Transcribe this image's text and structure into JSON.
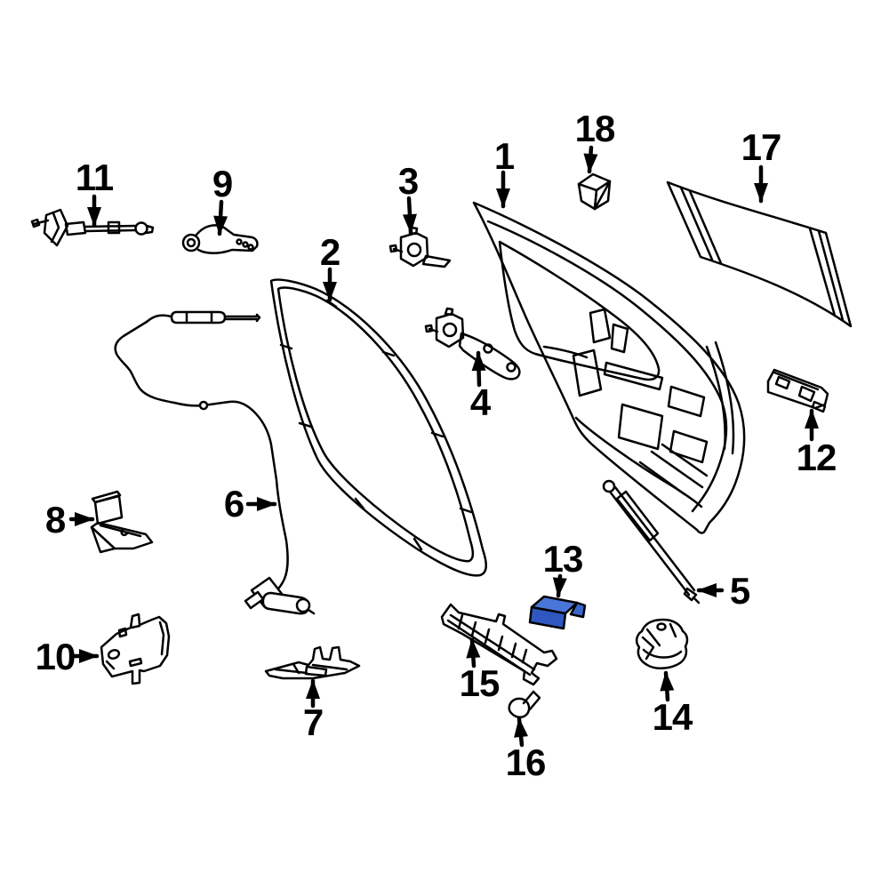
{
  "diagram": {
    "background_color": "#ffffff",
    "line_color": "#000000",
    "highlighted_part": {
      "number": "13",
      "fill_top": "#4b76d9",
      "fill_front": "#2e58c0",
      "fill_side": "#3a66cc"
    },
    "callouts": {
      "c1": "1",
      "c2": "2",
      "c3": "3",
      "c4": "4",
      "c5": "5",
      "c6": "6",
      "c7": "7",
      "c8": "8",
      "c9": "9",
      "c10": "10",
      "c11": "11",
      "c12": "12",
      "c13": "13",
      "c14": "14",
      "c15": "15",
      "c16": "16",
      "c17": "17",
      "c18": "18"
    }
  }
}
